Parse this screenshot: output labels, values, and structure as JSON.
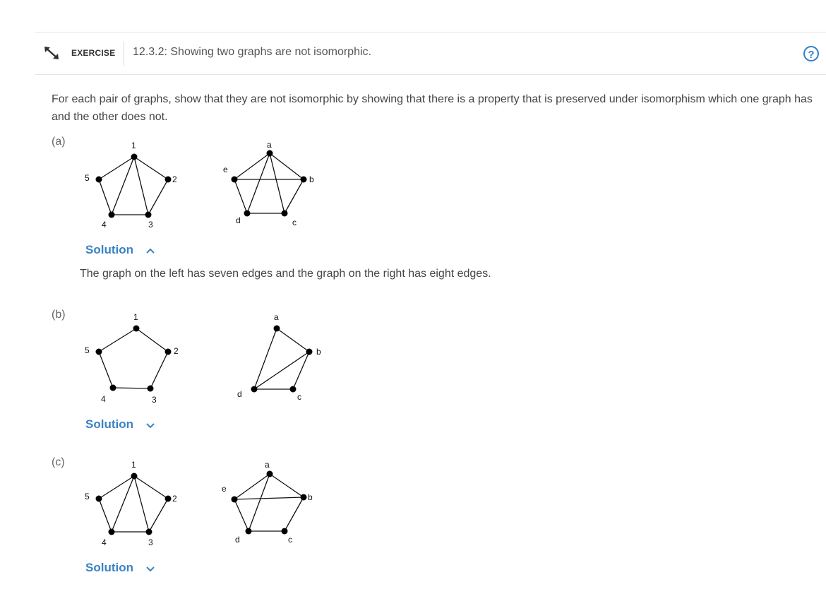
{
  "exercise": {
    "badge": "EXERCISE",
    "title": "12.3.2: Showing two graphs are not isomorphic.",
    "help_glyph": "?",
    "icon": "expand-arrows-icon"
  },
  "intro": "For each pair of graphs, show that they are not isomorphic by showing that there is a property that is preserved under isomorphism which one graph has and the other does not.",
  "parts": [
    {
      "label": "(a)",
      "solution_label": "Solution",
      "solution_expanded": true,
      "solution_text": "The graph on the left has seven edges and the graph on the right has eight edges.",
      "left_graph": {
        "vertices": [
          "1",
          "2",
          "3",
          "4",
          "5"
        ]
      },
      "right_graph": {
        "vertices": [
          "a",
          "b",
          "c",
          "d",
          "e"
        ]
      }
    },
    {
      "label": "(b)",
      "solution_label": "Solution",
      "solution_expanded": false,
      "left_graph": {
        "vertices": [
          "1",
          "2",
          "3",
          "4",
          "5"
        ]
      },
      "right_graph": {
        "vertices": [
          "a",
          "b",
          "c",
          "d"
        ]
      }
    },
    {
      "label": "(c)",
      "solution_label": "Solution",
      "solution_expanded": false,
      "left_graph": {
        "vertices": [
          "1",
          "2",
          "3",
          "4",
          "5"
        ]
      },
      "right_graph": {
        "vertices": [
          "a",
          "b",
          "c",
          "d",
          "e"
        ]
      }
    }
  ],
  "colors": {
    "link": "#3b82c4",
    "rule": "#e4e4e4",
    "text": "#444444"
  }
}
